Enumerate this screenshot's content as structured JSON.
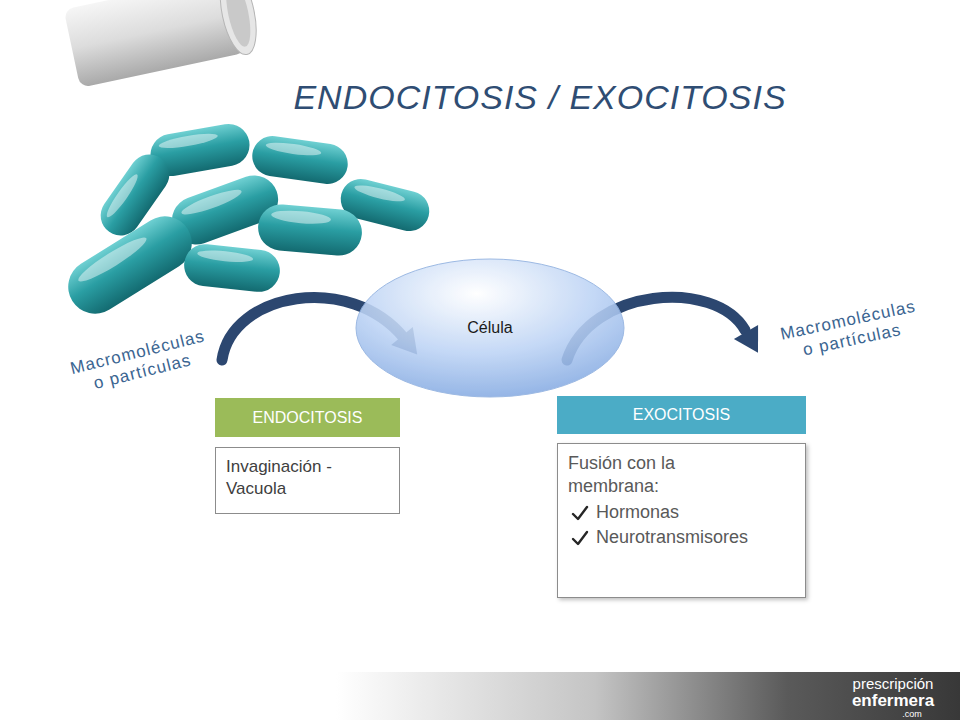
{
  "diagram": {
    "title": "ENDOCITOSIS / EXOCITOSIS",
    "nodes": [
      {
        "text": [
          "Célula"
        ]
      },
      {
        "text": [
          "ENDOCITOSIS"
        ]
      },
      {
        "text": [
          "Invaginación - Vacuola"
        ]
      },
      {
        "text": [
          "EXOCITOSIS"
        ]
      },
      {
        "text": [
          "Fusión con la membrana:",
          "Hormonas",
          "Neurotransmisores"
        ]
      }
    ],
    "labels": [
      "Macromoléculas o partículas",
      "Macromoléculas o partículas",
      "prescripción",
      "enfermera",
      ".com"
    ]
  }
}
